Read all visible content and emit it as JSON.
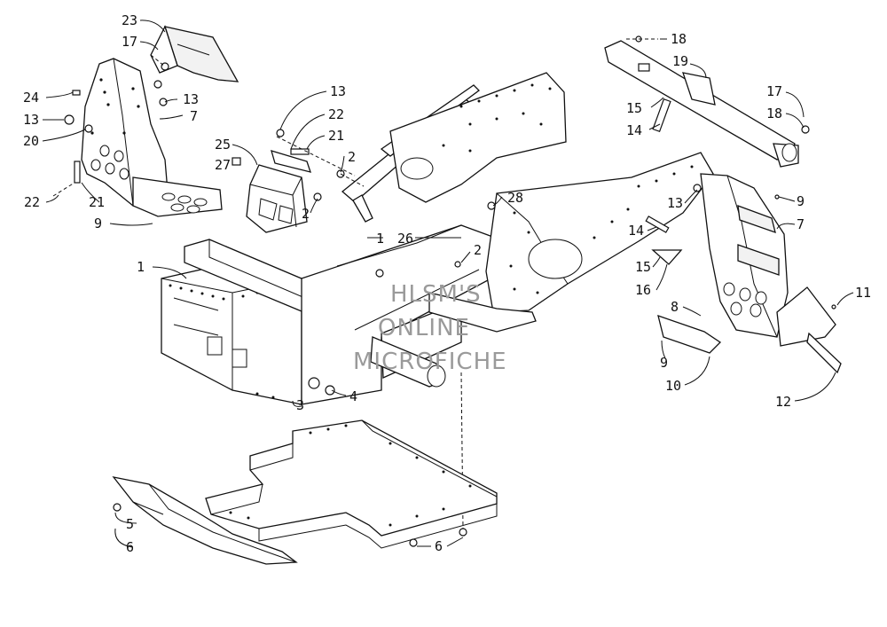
{
  "diagram": {
    "watermark": [
      "HLSM'S",
      "ONLINE",
      "MICROFICHE"
    ],
    "callouts": [
      {
        "id": "c23",
        "text": "23"
      },
      {
        "id": "c17a",
        "text": "17"
      },
      {
        "id": "c24",
        "text": "24"
      },
      {
        "id": "c13a",
        "text": "13"
      },
      {
        "id": "c13b",
        "text": "13"
      },
      {
        "id": "c20",
        "text": "20"
      },
      {
        "id": "c7a",
        "text": "7"
      },
      {
        "id": "c22a",
        "text": "22"
      },
      {
        "id": "c21a",
        "text": "21"
      },
      {
        "id": "c9a",
        "text": "9"
      },
      {
        "id": "c13c",
        "text": "13"
      },
      {
        "id": "c22b",
        "text": "22"
      },
      {
        "id": "c21b",
        "text": "21"
      },
      {
        "id": "c25",
        "text": "25"
      },
      {
        "id": "c27",
        "text": "27"
      },
      {
        "id": "c2a",
        "text": "2"
      },
      {
        "id": "c2b",
        "text": "2"
      },
      {
        "id": "c28",
        "text": "28"
      },
      {
        "id": "c1a",
        "text": "1"
      },
      {
        "id": "c26",
        "text": "26"
      },
      {
        "id": "c2c",
        "text": "2"
      },
      {
        "id": "c1b",
        "text": "1"
      },
      {
        "id": "c3",
        "text": "3"
      },
      {
        "id": "c4",
        "text": "4"
      },
      {
        "id": "c18a",
        "text": "18"
      },
      {
        "id": "c19",
        "text": "19"
      },
      {
        "id": "c15a",
        "text": "15"
      },
      {
        "id": "c14a",
        "text": "14"
      },
      {
        "id": "c17b",
        "text": "17"
      },
      {
        "id": "c18b",
        "text": "18"
      },
      {
        "id": "c13d",
        "text": "13"
      },
      {
        "id": "c9b",
        "text": "9"
      },
      {
        "id": "c14b",
        "text": "14"
      },
      {
        "id": "c7b",
        "text": "7"
      },
      {
        "id": "c15b",
        "text": "15"
      },
      {
        "id": "c16",
        "text": "16"
      },
      {
        "id": "c11",
        "text": "11"
      },
      {
        "id": "c8",
        "text": "8"
      },
      {
        "id": "c9c",
        "text": "9"
      },
      {
        "id": "c10",
        "text": "10"
      },
      {
        "id": "c12",
        "text": "12"
      },
      {
        "id": "c5",
        "text": "5"
      },
      {
        "id": "c6a",
        "text": "6"
      },
      {
        "id": "c6b",
        "text": "6"
      }
    ]
  }
}
